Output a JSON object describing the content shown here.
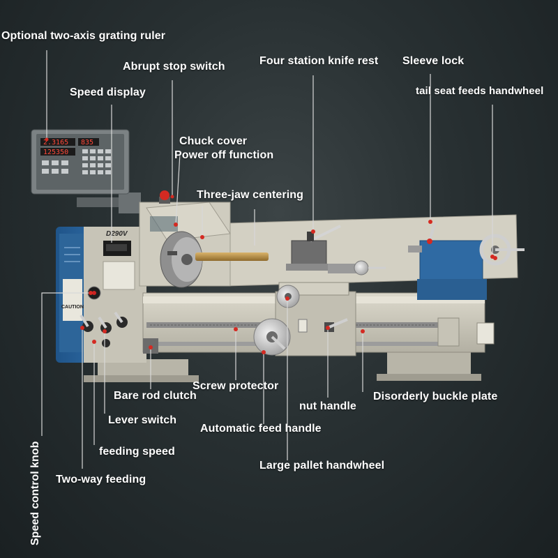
{
  "diagram": {
    "labels": {
      "grating_ruler": "Optional two-axis grating ruler",
      "abrupt_stop": "Abrupt stop switch",
      "speed_display": "Speed display",
      "chuck_cover": "Chuck cover",
      "power_off": "Power off function",
      "three_jaw": "Three-jaw centering",
      "knife_rest": "Four station knife rest",
      "sleeve_lock": "Sleeve lock",
      "tail_seat": "tail seat feeds handwheel",
      "screw_protector": "Screw protector",
      "bare_rod_clutch": "Bare rod clutch",
      "lever_switch": "Lever switch",
      "feeding_speed": "feeding speed",
      "two_way_feeding": "Two-way feeding",
      "speed_control_knob": "Speed control knob",
      "automatic_feed": "Automatic  feed handle",
      "nut_handle": "nut handle",
      "buckle_plate": "Disorderly buckle plate",
      "pallet_handwheel": "Large pallet handwheel"
    },
    "machine": {
      "model": "D290V",
      "dro_x": "2.3165",
      "dro_y": "125350",
      "dro_z": "835",
      "caution": "CAUTION"
    },
    "colors": {
      "background": "#242b2d",
      "bed": "#c9c6b8",
      "blue_panel": "#2f6aa3",
      "leader_line": "#d8d8d8",
      "stop_button": "#d42a22"
    }
  }
}
